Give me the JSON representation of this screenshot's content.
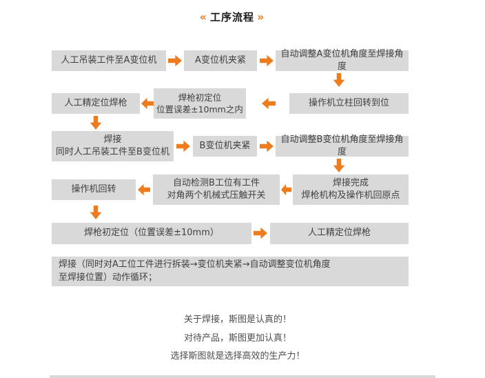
{
  "theme": {
    "accent": "#ed7c1e",
    "box_bg": "#d9d9d9",
    "box_text": "#3f3f3f",
    "title_text": "#1a1a1a",
    "footer_text": "#4d4d4d"
  },
  "title": {
    "left_mark": "«",
    "text": "工序流程",
    "right_mark": "»"
  },
  "flow": {
    "r1c1": "人工吊装工件至A变位机",
    "r1c2": "A变位机夹紧",
    "r1c3": "自动调整A变位机角度至焊接角度",
    "r2c1": "人工精定位焊枪",
    "r2c2_line1": "焊枪初定位",
    "r2c2_line2": "位置误差±10mm之内",
    "r2c3": "操作机立柱回转到位",
    "r3c1_line1": "焊接",
    "r3c1_line2": "同时人工吊装工件至B变位机",
    "r3c2": "B变位机夹紧",
    "r3c3": "自动调整B变位机角度至焊接角度",
    "r4c1": "操作机回转",
    "r4c2_line1": "自动检测B工位有工件",
    "r4c2_line2": "对角两个机械式压触开关",
    "r4c3_line1": "焊接完成",
    "r4c3_line2": "焊枪机构及操作机回原点",
    "r5c1": "焊枪初定位（位置误差±10mm）",
    "r5c2": "人工精定位焊枪",
    "r6_line1": "焊接（同时对A工位工件进行拆装→变位机夹紧→自动调整变位机角度",
    "r6_line2": "至焊接位置）动作循环；"
  },
  "footer": {
    "line1": "关于焊接，斯图是认真的！",
    "line2": "对待产品，斯图更加认真！",
    "line3": "选择斯图就是选择高效的生产力！"
  },
  "icons": {
    "arrow_right": "orange block arrow pointing right",
    "arrow_left": "orange block arrow pointing left",
    "arrow_down": "orange block arrow pointing down"
  }
}
